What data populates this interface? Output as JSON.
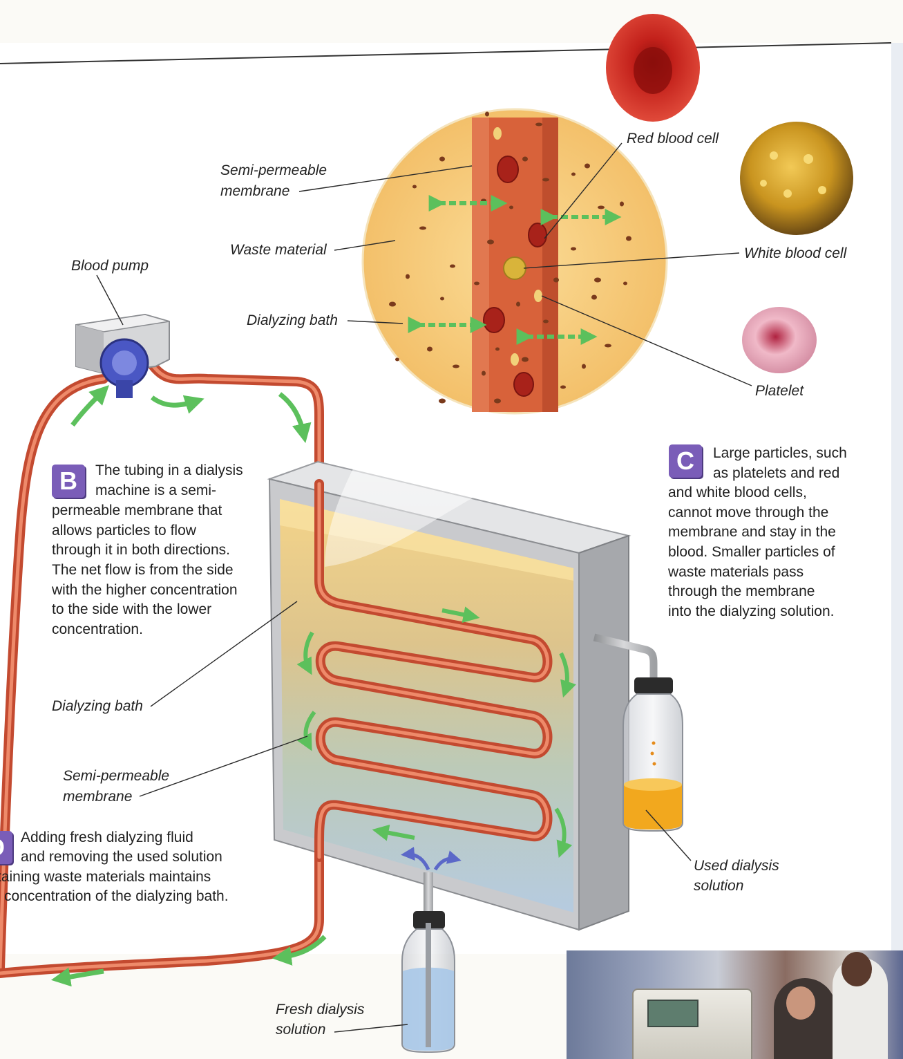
{
  "labels": {
    "blood_pump": "Blood pump",
    "semi_permeable_top_1": "Semi-permeable",
    "semi_permeable_top_2": "membrane",
    "waste_material": "Waste material",
    "dialyzing_bath_top": "Dialyzing bath",
    "red_blood_cell": "Red blood cell",
    "white_blood_cell": "White blood cell",
    "platelet": "Platelet",
    "dialyzing_bath_left": "Dialyzing bath",
    "semi_permeable_left_1": "Semi-permeable",
    "semi_permeable_left_2": "membrane",
    "used_dialysis_1": "Used dialysis",
    "used_dialysis_2": "solution",
    "fresh_dialysis_1": "Fresh dialysis",
    "fresh_dialysis_2": "solution"
  },
  "box_b": {
    "letter": "B",
    "lines": [
      "The tubing in a dialysis",
      "machine is a semi-",
      "permeable membrane that",
      "allows particles to flow",
      "through it in both directions.",
      "The net flow is from the side",
      "with the higher concentration",
      "to the side with the lower",
      "concentration."
    ]
  },
  "box_c": {
    "letter": "C",
    "lines": [
      "Large particles, such",
      "as platelets and red",
      "and white blood cells,",
      "cannot move through the",
      "membrane and stay in the",
      "blood. Smaller particles of",
      "waste materials pass",
      "through the membrane",
      "into the dialyzing solution."
    ]
  },
  "box_d": {
    "letter": "D",
    "lines": [
      "Adding fresh dialyzing fluid",
      "and removing the used solution",
      "taining waste materials maintains",
      "concentration of the dialyzing bath."
    ]
  },
  "colors": {
    "tube": "#e0664a",
    "tube_dark": "#b8432d",
    "bath_top": "#f3cf7e",
    "bath_bottom": "#b9cde0",
    "arrow": "#5cc05c",
    "letter_box": "#7a5db8",
    "magnifier_bg": "#f7ce82"
  }
}
